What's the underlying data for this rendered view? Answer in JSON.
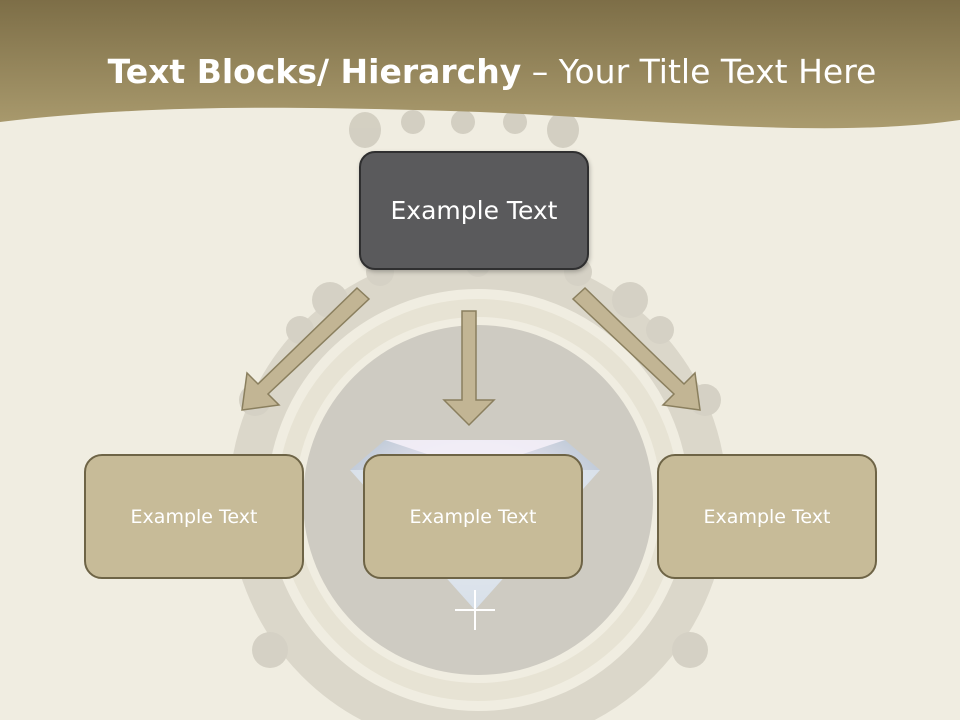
{
  "slide": {
    "title_bold": "Text Blocks/ Hierarchy",
    "title_rest": " – Your Title Text Here"
  },
  "hierarchy": {
    "top_label": "Example Text",
    "children": [
      {
        "label": "Example Text"
      },
      {
        "label": "Example Text"
      },
      {
        "label": "Example Text"
      }
    ]
  },
  "colors": {
    "header_band": "#a39467",
    "background": "#f0ede1",
    "top_box": "#5a5a5c",
    "child_box": "#c7bb98",
    "arrow": "#c2b594"
  }
}
